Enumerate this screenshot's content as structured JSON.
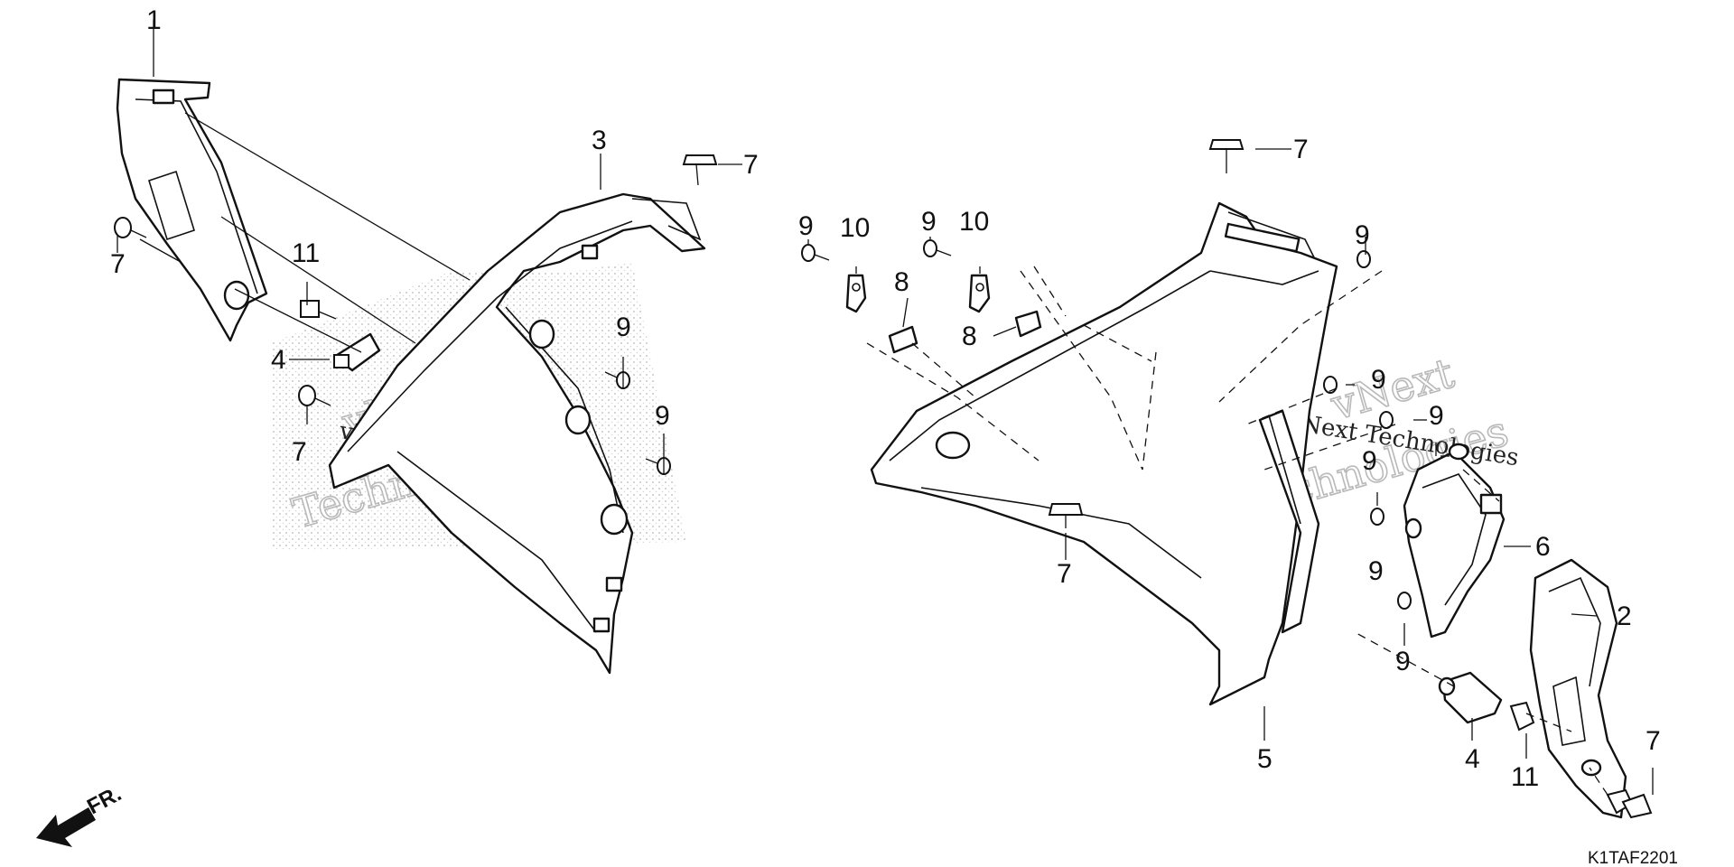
{
  "diagram": {
    "callouts": [
      {
        "id": "c1",
        "label": "1"
      },
      {
        "id": "c7a",
        "label": "7"
      },
      {
        "id": "c11a",
        "label": "11"
      },
      {
        "id": "c4a",
        "label": "4"
      },
      {
        "id": "c7b",
        "label": "7"
      },
      {
        "id": "c3",
        "label": "3"
      },
      {
        "id": "c7c",
        "label": "7"
      },
      {
        "id": "c9a",
        "label": "9"
      },
      {
        "id": "c9b",
        "label": "9"
      },
      {
        "id": "c9c",
        "label": "9"
      },
      {
        "id": "c10a",
        "label": "10"
      },
      {
        "id": "c8a",
        "label": "8"
      },
      {
        "id": "c9d",
        "label": "9"
      },
      {
        "id": "c10b",
        "label": "10"
      },
      {
        "id": "c8b",
        "label": "8"
      },
      {
        "id": "c7d",
        "label": "7"
      },
      {
        "id": "c9e",
        "label": "9"
      },
      {
        "id": "c9f",
        "label": "9"
      },
      {
        "id": "c9g",
        "label": "9"
      },
      {
        "id": "c9h",
        "label": "9"
      },
      {
        "id": "c9i",
        "label": "9"
      },
      {
        "id": "c9j",
        "label": "9"
      },
      {
        "id": "c7e",
        "label": "7"
      },
      {
        "id": "c6",
        "label": "6"
      },
      {
        "id": "c2",
        "label": "2"
      },
      {
        "id": "c5",
        "label": "5"
      },
      {
        "id": "c4b",
        "label": "4"
      },
      {
        "id": "c11b",
        "label": "11"
      },
      {
        "id": "c7f",
        "label": "7"
      }
    ],
    "watermark": {
      "line1": "vNext",
      "line2": "Technologies",
      "small": "vNext Technologies"
    },
    "direction_label": "FR.",
    "figure_code": "K1TAF2201"
  }
}
